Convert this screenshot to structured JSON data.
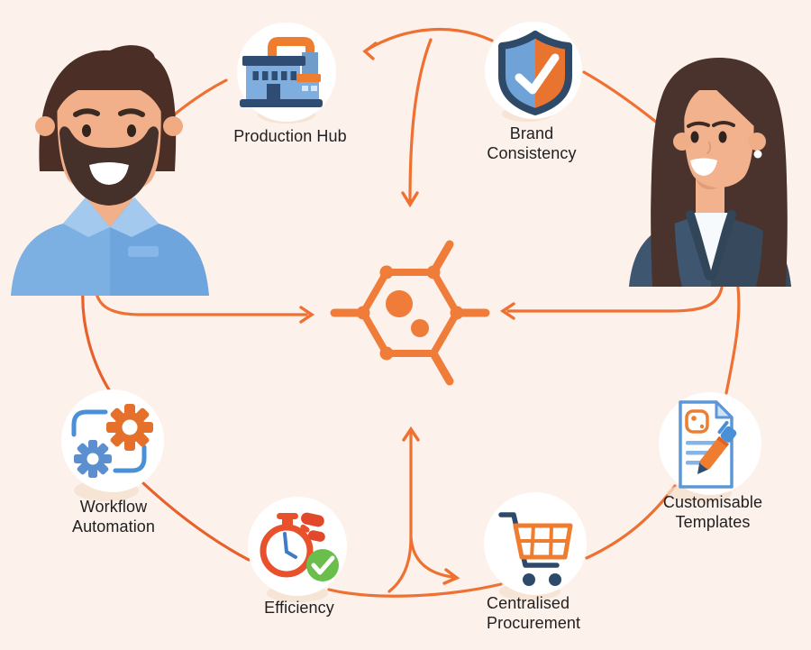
{
  "diagram": {
    "type": "feature-ecosystem-diagram",
    "background_color": "#fdf1ec",
    "arrow_color": "#ee7132",
    "text_color": "#1f1f1f",
    "center_icon": "hexagon-network-icon",
    "figures": {
      "left": "male-professional-avatar",
      "right": "female-professional-avatar"
    }
  },
  "labels": {
    "production_hub": "Production Hub",
    "brand_line1": "Brand",
    "brand_line2": "Consistency",
    "workflow_line1": "Workflow",
    "workflow_line2": "Automation",
    "efficiency": "Efficiency",
    "procurement_line1": "Centralised",
    "procurement_line2": "Procurement",
    "templates_line1": "Customisable",
    "templates_line2": "Templates"
  },
  "nodes": [
    {
      "id": "production-hub",
      "label": "Production Hub",
      "icon": "factory-icon"
    },
    {
      "id": "brand-consistency",
      "label": "Brand Consistency",
      "icon": "shield-check-icon"
    },
    {
      "id": "workflow-automation",
      "label": "Workflow Automation",
      "icon": "gears-icon"
    },
    {
      "id": "efficiency",
      "label": "Efficiency",
      "icon": "stopwatch-check-icon"
    },
    {
      "id": "centralised-procurement",
      "label": "Centralised Procurement",
      "icon": "shopping-cart-icon"
    },
    {
      "id": "customisable-templates",
      "label": "Customisable Templates",
      "icon": "document-pen-icon"
    }
  ],
  "colors": {
    "background": "#fdf1ec",
    "arrow_orange": "#ee7132",
    "hexagon_orange": "#ef7c38",
    "icon_orange": "#ef7d2f",
    "navy": "#2f4d73",
    "steel_blue": "#5b96d8",
    "light_blue": "#7fadde",
    "shirt_blue": "#7cb0e2",
    "suit_navy": "#3e566f",
    "green": "#6abf4c",
    "red_orange": "#e8512c",
    "skin": "#f2b08a",
    "hair_brown": "#4a2f27"
  }
}
